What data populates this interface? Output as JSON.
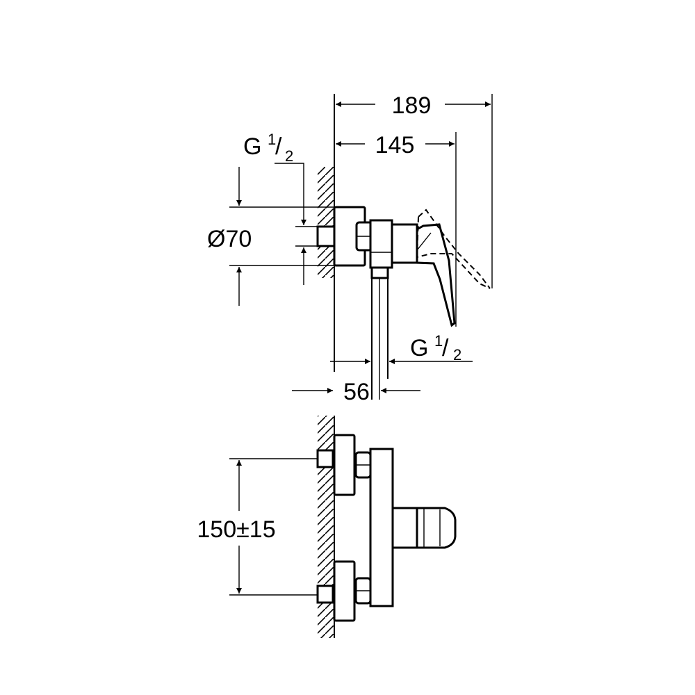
{
  "title": "Shower mixer dimension drawing",
  "side_view": {
    "dim_overall_depth": "189",
    "dim_handle_depth": "145",
    "dim_inlet_thread_prefix": "G",
    "dim_inlet_thread_num": "1",
    "dim_inlet_thread_den": "2",
    "dim_flange_diameter": "Ø70",
    "dim_outlet_thread_prefix": "G",
    "dim_outlet_thread_num": "1",
    "dim_outlet_thread_den": "2",
    "dim_outlet_offset": "56"
  },
  "front_view": {
    "dim_inlet_spacing": "150±15"
  }
}
